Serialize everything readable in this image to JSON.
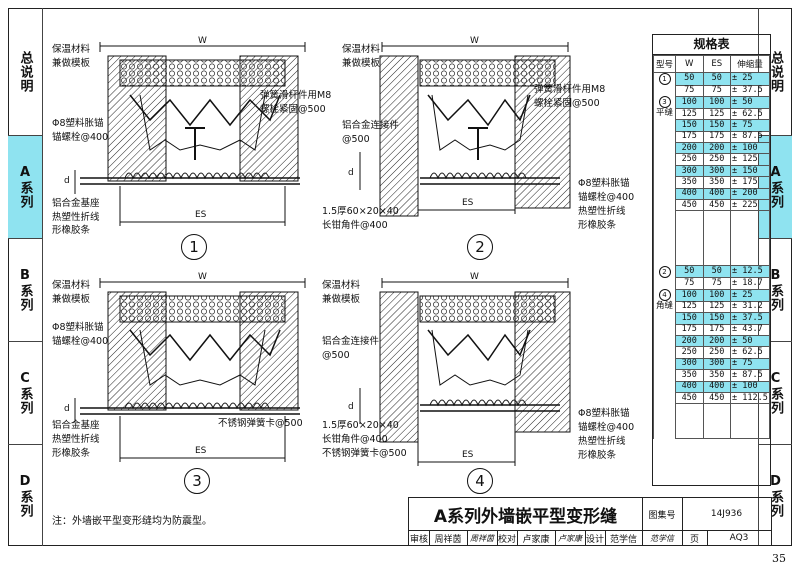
{
  "side_tabs": [
    {
      "label": "总说明",
      "active": false
    },
    {
      "label": "A系列",
      "active": true
    },
    {
      "label": "B系列",
      "active": false
    },
    {
      "label": "C系列",
      "active": false
    },
    {
      "label": "D系列",
      "active": false
    }
  ],
  "detail1": {
    "number": "1",
    "labels": {
      "insulation": "保温材料",
      "board": "兼做模板",
      "spring_rod": "弹簧滑杆件用M8",
      "bolt_tight": "螺栓紧固@500",
      "anchor1": "Φ8塑料胀锚",
      "anchor2": "锚螺栓@400",
      "base": "铝合金基座",
      "rubber1": "热塑性折线",
      "rubber2": "形橡胶条",
      "w": "W",
      "es": "ES",
      "d": "d"
    }
  },
  "detail2": {
    "number": "2",
    "labels": {
      "insulation": "保温材料",
      "board": "兼做模板",
      "spring_rod": "弹簧滑杆件用M8",
      "bolt_tight": "螺栓紧固@500",
      "connector1": "铝合金连接件",
      "connector2": "@500",
      "anchor1": "Φ8塑料胀锚",
      "anchor2": "锚螺栓@400",
      "rubber1": "热塑性折线",
      "rubber2": "形橡胶条",
      "angle1": "1.5厚60×20×40",
      "angle2": "长钳角件@400",
      "w": "W",
      "es": "ES",
      "d": "d"
    }
  },
  "detail3": {
    "number": "3",
    "labels": {
      "insulation": "保温材料",
      "board": "兼做模板",
      "anchor1": "Φ8塑料胀锚",
      "anchor2": "锚螺栓@400",
      "base": "铝合金基座",
      "spring_clip": "不锈钢弹簧卡@500",
      "rubber1": "热塑性折线",
      "rubber2": "形橡胶条",
      "w": "W",
      "es": "ES",
      "d": "d"
    }
  },
  "detail4": {
    "number": "4",
    "labels": {
      "insulation": "保温材料",
      "board": "兼做模板",
      "connector1": "铝合金连接件",
      "connector2": "@500",
      "angle1": "1.5厚60×20×40",
      "angle2": "长钳角件@400",
      "spring_clip": "不锈钢弹簧卡@500",
      "anchor1": "Φ8塑料胀锚",
      "anchor2": "锚螺栓@400",
      "rubber1": "热塑性折线",
      "rubber2": "形橡胶条",
      "w": "W",
      "es": "ES",
      "d": "d"
    }
  },
  "spec_table": {
    "title": "规格表",
    "headers": [
      "型号",
      "W",
      "ES",
      "伸缩量"
    ],
    "group1": {
      "circles": [
        "1",
        "3"
      ],
      "name": "平缝",
      "rows": [
        {
          "w": "50",
          "es": "50",
          "move": "± 25",
          "hi": true
        },
        {
          "w": "75",
          "es": "75",
          "move": "± 37.5",
          "hi": false
        },
        {
          "w": "100",
          "es": "100",
          "move": "± 50",
          "hi": true
        },
        {
          "w": "125",
          "es": "125",
          "move": "± 62.5",
          "hi": false
        },
        {
          "w": "150",
          "es": "150",
          "move": "± 75",
          "hi": true
        },
        {
          "w": "175",
          "es": "175",
          "move": "± 87.5",
          "hi": false
        },
        {
          "w": "200",
          "es": "200",
          "move": "± 100",
          "hi": true
        },
        {
          "w": "250",
          "es": "250",
          "move": "± 125",
          "hi": false
        },
        {
          "w": "300",
          "es": "300",
          "move": "± 150",
          "hi": true
        },
        {
          "w": "350",
          "es": "350",
          "move": "± 175",
          "hi": false
        },
        {
          "w": "400",
          "es": "400",
          "move": "± 200",
          "hi": true
        },
        {
          "w": "450",
          "es": "450",
          "move": "± 225",
          "hi": false
        }
      ]
    },
    "group2": {
      "circles": [
        "2",
        "4"
      ],
      "name": "角缝",
      "rows": [
        {
          "w": "50",
          "es": "50",
          "move": "± 12.5",
          "hi": true
        },
        {
          "w": "75",
          "es": "75",
          "move": "± 18.7",
          "hi": false
        },
        {
          "w": "100",
          "es": "100",
          "move": "± 25",
          "hi": true
        },
        {
          "w": "125",
          "es": "125",
          "move": "± 31.2",
          "hi": false
        },
        {
          "w": "150",
          "es": "150",
          "move": "± 37.5",
          "hi": true
        },
        {
          "w": "175",
          "es": "175",
          "move": "± 43.7",
          "hi": false
        },
        {
          "w": "200",
          "es": "200",
          "move": "± 50",
          "hi": true
        },
        {
          "w": "250",
          "es": "250",
          "move": "± 62.5",
          "hi": false
        },
        {
          "w": "300",
          "es": "300",
          "move": "± 75",
          "hi": true
        },
        {
          "w": "350",
          "es": "350",
          "move": "± 87.5",
          "hi": false
        },
        {
          "w": "400",
          "es": "400",
          "move": "± 100",
          "hi": true
        },
        {
          "w": "450",
          "es": "450",
          "move": "± 112.5",
          "hi": false
        }
      ]
    }
  },
  "note": "注：外墙嵌平型变形缝均为防震型。",
  "title_block": {
    "title": "A系列外墙嵌平型变形缝",
    "atlas_label": "图集号",
    "atlas_no": "14J936",
    "page_label": "页",
    "page_code": "AQ3",
    "review_label": "审核",
    "reviewer": "周祥茵",
    "reviewer_sign": "周祥茵",
    "check_label": "校对",
    "checker": "卢家康",
    "checker_sign": "卢家康",
    "design_label": "设计",
    "designer": "范学信",
    "designer_sign": "范学信"
  },
  "page_number": "35",
  "colors": {
    "highlight": "#8fe3f0",
    "line": "#111111"
  }
}
